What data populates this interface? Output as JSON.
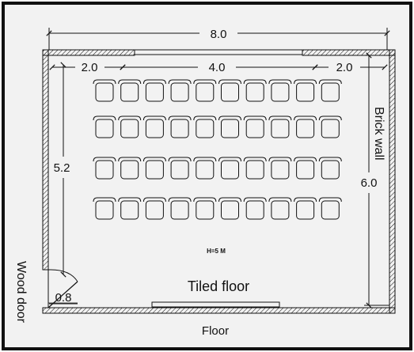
{
  "dimensions": {
    "total_width": "8.0",
    "left_margin": "2.0",
    "seat_span": "4.0",
    "right_margin": "2.0",
    "inner_depth": "5.2",
    "total_depth": "6.0",
    "door_width": "0.8"
  },
  "labels": {
    "brick_wall": "Brick wall",
    "wood_door": "Wood door",
    "tiled_floor": "Tiled floor",
    "floor": "Floor",
    "height": "H=5 M"
  },
  "seating": {
    "rows": 4,
    "seats_per_row": 10
  },
  "colors": {
    "border": "#111111",
    "background": "#f2f2f2",
    "ink": "#111111"
  }
}
